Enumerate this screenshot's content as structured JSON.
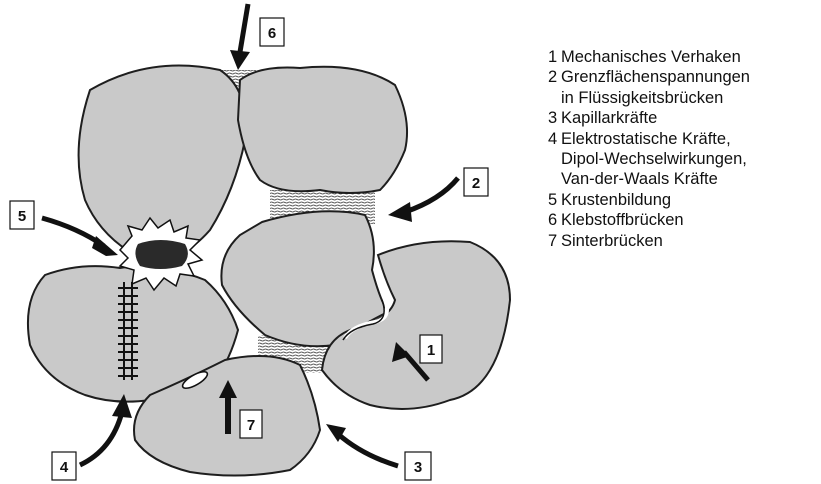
{
  "callouts": [
    "1",
    "2",
    "3",
    "4",
    "5",
    "6",
    "7"
  ],
  "legend": [
    {
      "num": "1",
      "text": "Mechanisches Verhaken"
    },
    {
      "num": "2",
      "text": "Grenzflächenspannungen"
    },
    {
      "num": "",
      "text": "in Flüssigkeitsbrücken"
    },
    {
      "num": "3",
      "text": "Kapillarkräfte"
    },
    {
      "num": "4",
      "text": "Elektrostatische Kräfte,"
    },
    {
      "num": "",
      "text": "Dipol-Wechselwirkungen,"
    },
    {
      "num": "",
      "text": "Van-der-Waals Kräfte"
    },
    {
      "num": "5",
      "text": "Krustenbildung"
    },
    {
      "num": "6",
      "text": "Klebstoffbrücken"
    },
    {
      "num": "7",
      "text": "Sinterbrücken"
    }
  ],
  "colors": {
    "particle": "#c9c9c9",
    "outline": "#1e1e1e",
    "crust": "#2a2a2a"
  }
}
